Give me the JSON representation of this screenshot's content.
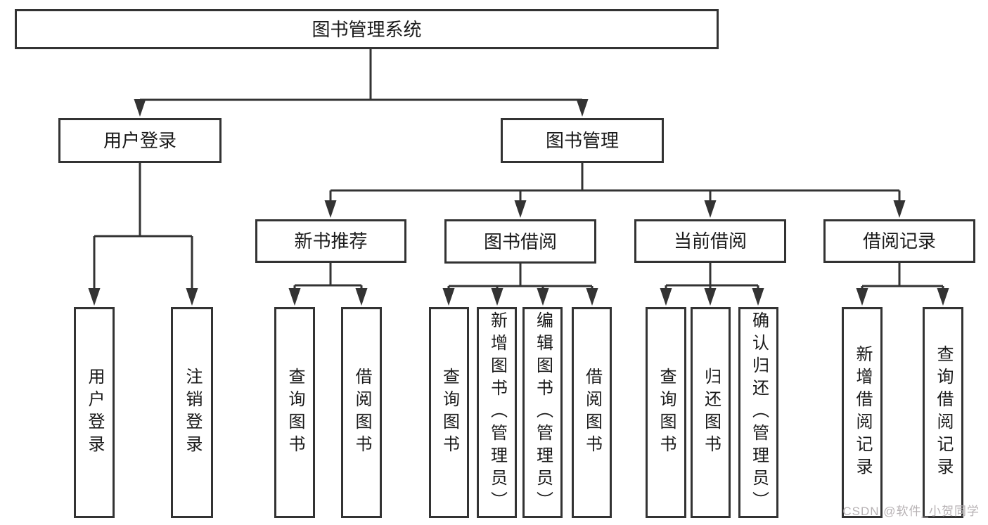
{
  "colors": {
    "line": "#333333",
    "box_border": "#333333",
    "text": "#1a1a1a",
    "background": "#ffffff",
    "watermark": "#b7b2b4"
  },
  "tree": {
    "root": {
      "label": "图书管理系统"
    },
    "branches": [
      {
        "label": "用户登录",
        "leaves": [
          {
            "label": "用户登录"
          },
          {
            "label": "注销登录"
          }
        ]
      },
      {
        "label": "图书管理",
        "groups": [
          {
            "label": "新书推荐",
            "leaves": [
              {
                "label": "查询图书"
              },
              {
                "label": "借阅图书"
              }
            ]
          },
          {
            "label": "图书借阅",
            "leaves": [
              {
                "label": "查询图书"
              },
              {
                "label": "新增图书（管理员）"
              },
              {
                "label": "编辑图书（管理员）"
              },
              {
                "label": "借阅图书"
              }
            ]
          },
          {
            "label": "当前借阅",
            "leaves": [
              {
                "label": "查询图书"
              },
              {
                "label": "归还图书"
              },
              {
                "label": "确认归还（管理员）"
              }
            ]
          },
          {
            "label": "借阅记录",
            "leaves": [
              {
                "label": "新增借阅记录"
              },
              {
                "label": "查询借阅记录"
              }
            ]
          }
        ]
      }
    ]
  },
  "watermark": {
    "text": "CSDN @软件_小贺同学"
  }
}
